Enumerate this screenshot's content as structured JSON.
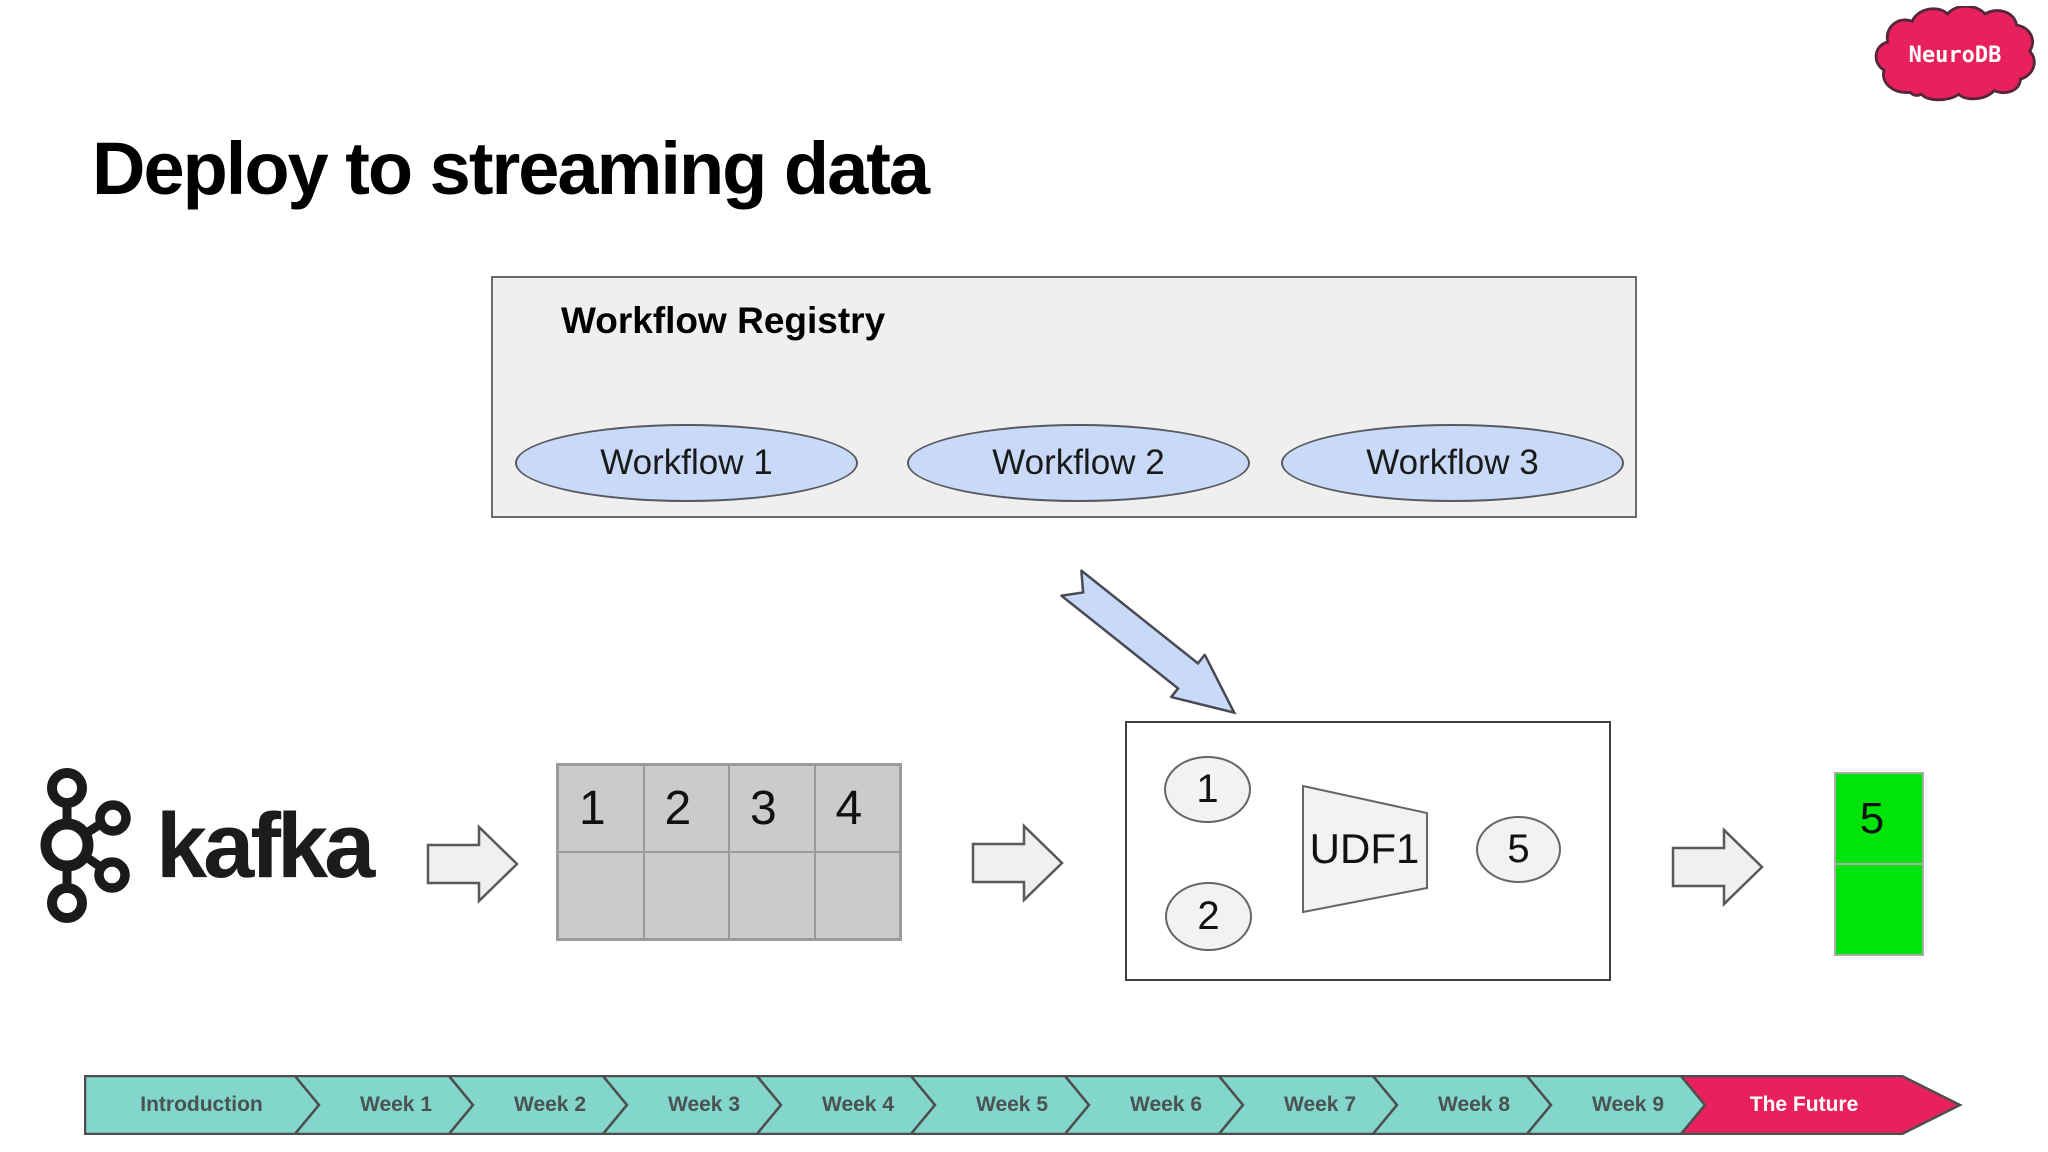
{
  "logo": {
    "text": "NeuroDB"
  },
  "title": "Deploy to streaming data",
  "registry": {
    "title": "Workflow Registry",
    "workflows": [
      {
        "label": "Workflow 1"
      },
      {
        "label": "Workflow 2"
      },
      {
        "label": "Workflow 3"
      }
    ]
  },
  "pipeline": {
    "source": {
      "label": "kafka"
    },
    "input_table": {
      "row1": [
        "1",
        "2",
        "3",
        "4"
      ],
      "row2": [
        "",
        "",
        "",
        ""
      ]
    },
    "udf_box": {
      "input1": "1",
      "input2": "2",
      "udf_label": "UDF1",
      "output": "5"
    },
    "result_table": {
      "value": "5"
    }
  },
  "timeline": {
    "segments": [
      {
        "label": "Introduction"
      },
      {
        "label": "Week 1"
      },
      {
        "label": "Week 2"
      },
      {
        "label": "Week 3"
      },
      {
        "label": "Week 4"
      },
      {
        "label": "Week 5"
      },
      {
        "label": "Week 6"
      },
      {
        "label": "Week 7"
      },
      {
        "label": "Week 8"
      },
      {
        "label": "Week 9"
      },
      {
        "label": "The Future"
      }
    ]
  },
  "colors": {
    "accent_pink": "#E8215E",
    "timeline_teal": "#82D6CB",
    "workflow_blue": "#C9DAF8",
    "result_green": "#00E40C",
    "registry_gray": "#EFEFEF",
    "cell_gray": "#CBCBCB"
  }
}
